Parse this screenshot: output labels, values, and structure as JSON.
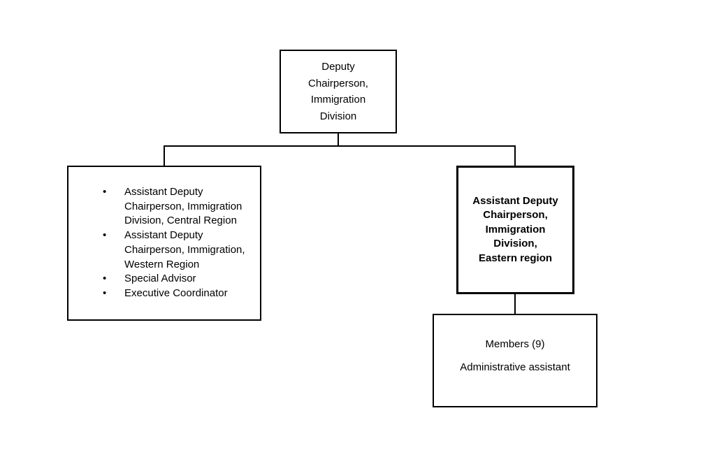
{
  "bullet_glyph": "•",
  "colors": {
    "background": "#ffffff",
    "text": "#000000",
    "line": "#000000"
  },
  "chart_data": {
    "type": "org-chart",
    "nodes": {
      "root": {
        "label": "Deputy Chairperson, Immigration Division",
        "label_lines": [
          "Deputy",
          "Chairperson,",
          "Immigration",
          "Division"
        ],
        "style": "regular"
      },
      "staff_list": {
        "items": [
          "Assistant Deputy Chairperson, Immigration Division, Central Region",
          "Assistant Deputy Chairperson, Immigration, Western Region",
          "Special Advisor",
          "Executive Coordinator"
        ],
        "style": "bulleted-list"
      },
      "adc_eastern": {
        "label": "Assistant Deputy Chairperson, Immigration Division, Eastern region",
        "label_lines": [
          "Assistant Deputy",
          "Chairperson,",
          "Immigration",
          "Division,",
          "Eastern region"
        ],
        "style": "bold"
      },
      "members": {
        "label_lines": [
          "Members (9)",
          "Administrative assistant"
        ],
        "style": "regular"
      }
    },
    "edges": [
      {
        "from": "root",
        "to": "staff_list"
      },
      {
        "from": "root",
        "to": "adc_eastern"
      },
      {
        "from": "adc_eastern",
        "to": "members"
      }
    ]
  }
}
